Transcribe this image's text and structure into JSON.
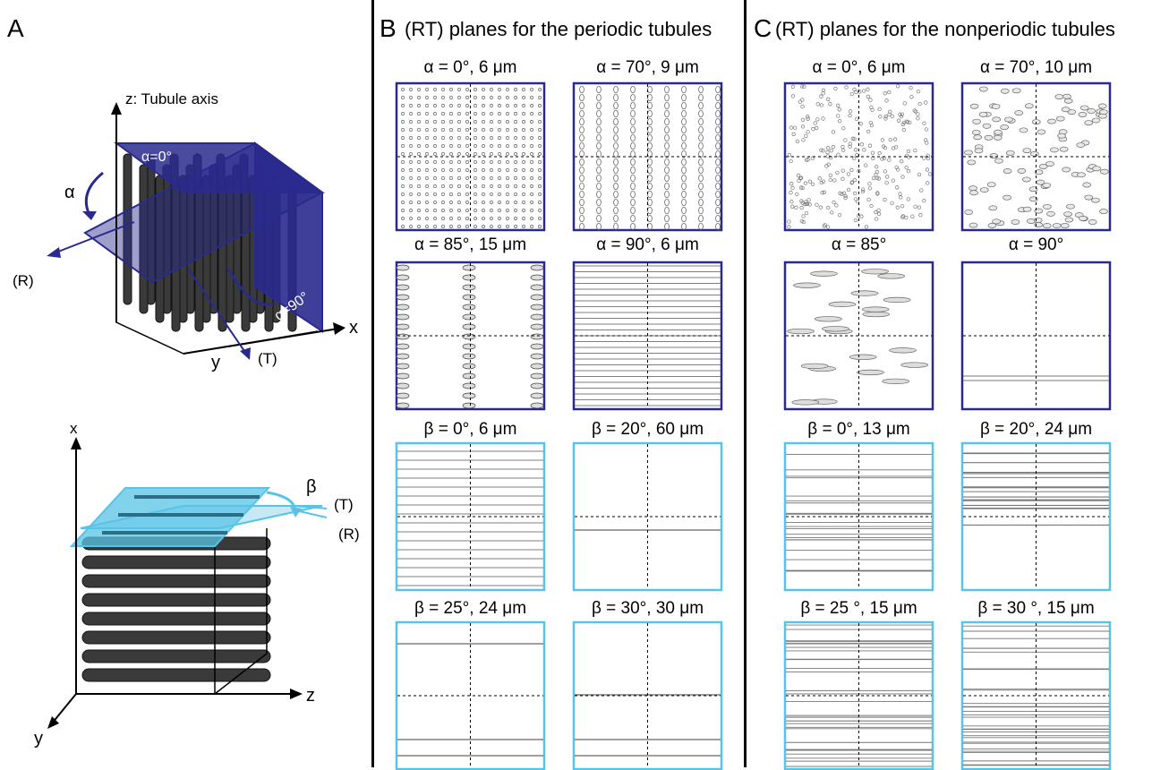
{
  "panels": {
    "a": {
      "letter": "A",
      "letter_fontsize_note": ""
    },
    "b": {
      "letter": "B",
      "title": "(RT) planes for the periodic tubules"
    },
    "c": {
      "letter": "C",
      "title": "(RT) planes for the nonperiodic tubules"
    }
  },
  "diagram_a_top": {
    "z_axis": "z: Tubule axis",
    "x_axis": "x",
    "y_axis": "y",
    "r_label": "(R)",
    "t_label": "(T)",
    "alpha": "α",
    "alpha0": "α=0°",
    "alpha90": "α=90°"
  },
  "diagram_a_bottom": {
    "x_axis": "x",
    "y_axis": "y",
    "z_axis": "z",
    "beta": "β",
    "t_label": "(T)",
    "r_label": "(R)"
  },
  "tiles_b": [
    {
      "label": "α = 0°, 6 μm"
    },
    {
      "label": "α = 70°, 9 μm"
    },
    {
      "label": "α = 85°, 15 μm"
    },
    {
      "label": "α = 90°, 6 μm"
    },
    {
      "label": "β = 0°, 6 μm"
    },
    {
      "label": "β = 20°, 60 μm"
    },
    {
      "label": "β = 25°, 24 μm"
    },
    {
      "label": "β = 30°, 30 μm"
    }
  ],
  "tiles_c": [
    {
      "label": "α = 0°, 6 μm"
    },
    {
      "label": "α = 70°, 10 μm"
    },
    {
      "label": "α = 85°"
    },
    {
      "label": "α = 90°"
    },
    {
      "label": "β = 0°, 13 μm"
    },
    {
      "label": "β = 20°, 24 μm"
    },
    {
      "label": "β = 25 °, 15 μm"
    },
    {
      "label": "β = 30 °, 15 μm"
    }
  ],
  "colors": {
    "alpha_plane": "#2a2a8e",
    "beta_plane": "#58c3e6",
    "tubule": "#3a3a3a",
    "ellipse_fill": "#cfcfcf"
  }
}
